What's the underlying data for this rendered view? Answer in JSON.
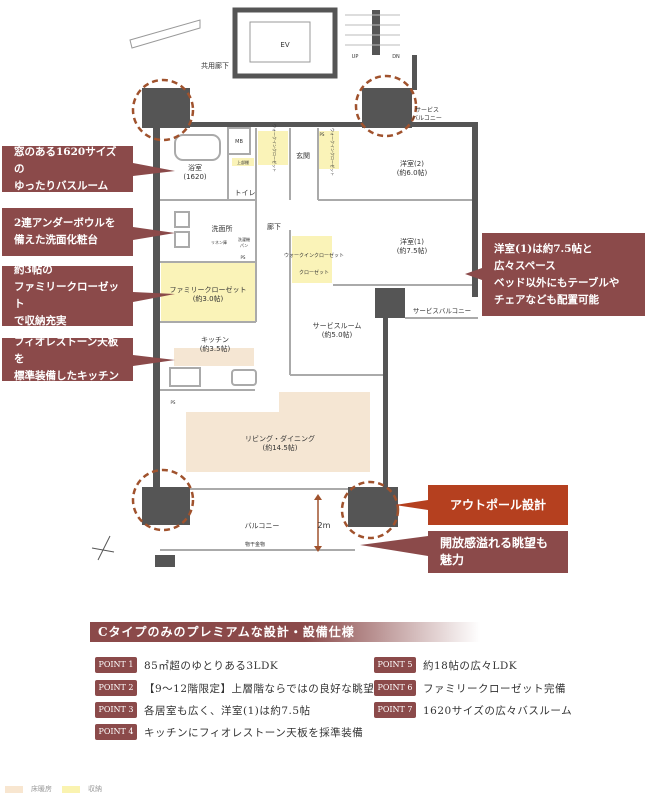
{
  "plan": {
    "rooms": {
      "ev": "EV",
      "stairs_up": "UP",
      "stairs_dn": "DN",
      "corridor_common": "共用廊下",
      "service_balcony_top_1": "サービス",
      "service_balcony_top_2": "バルコニー",
      "mb": "MB",
      "wic1": "ウォークインクローゼット",
      "genkan": "玄関",
      "ps": "PS",
      "wic2": "ウォークインクローゼット",
      "room2": "洋室(2)",
      "room2_size": "(約6.0帖)",
      "bath": "浴室",
      "bath_size": "(1620)",
      "shelf": "上部棚",
      "toilet": "トイレ",
      "washroom": "洗面所",
      "linen": "リネン庫",
      "wash_pan_1": "洗濯機",
      "wash_pan_2": "パン",
      "ps2": "PS",
      "hallway": "廊下",
      "room1": "洋室(1)",
      "room1_size": "(約7.5帖)",
      "wic3": "ウォークインクローゼット",
      "closet": "クローゼット",
      "family_closet": "ファミリークローゼット",
      "family_closet_size": "(約3.0帖)",
      "service_balcony": "サービスバルコニー",
      "service_room": "サービスルーム",
      "service_room_size": "(約5.0帖)",
      "kitchen": "キッチン",
      "kitchen_size": "(約3.5帖)",
      "ps3": "PS",
      "living": "リビング・ダイニング",
      "living_size": "(約14.5帖)",
      "balcony": "バルコニー",
      "dim": "2m",
      "drying": "物干金物"
    }
  },
  "callouts": {
    "bath": [
      "窓のある1620サイズの",
      "ゆったりバスルーム"
    ],
    "wash": [
      "2連アンダーボウルを",
      "備えた洗面化粧台"
    ],
    "closet": [
      "約3帖の",
      "ファミリークローゼット",
      "で収納充実"
    ],
    "kitchen": [
      "フィオレストーン天板を",
      "標準装備したキッチン"
    ],
    "room1": [
      "洋室(1)は約7.5帖と",
      "広々スペース",
      "ベッド以外にもテーブルや",
      "チェアなども配置可能"
    ],
    "outpole": "アウトポール設計",
    "view": "開放感溢れる眺望も魅力"
  },
  "features": {
    "title": "Cタイプのみのプレミアムな設計・設備仕様",
    "points": [
      {
        "badge": "POINT 1",
        "text": "85㎡超のゆとりある3LDK"
      },
      {
        "badge": "POINT 2",
        "text": "【9～12階限定】上層階ならではの良好な眺望"
      },
      {
        "badge": "POINT 3",
        "text": "各居室も広く、洋室(1)は約7.5帖"
      },
      {
        "badge": "POINT 4",
        "text": "キッチンにフィオレストーン天板を採準装備"
      },
      {
        "badge": "POINT 5",
        "text": "約18帖の広々LDK"
      },
      {
        "badge": "POINT 6",
        "text": "ファミリークローゼット完備"
      },
      {
        "badge": "POINT 7",
        "text": "1620サイズの広々バスルーム"
      }
    ]
  },
  "legend": [
    {
      "label": "床暖房",
      "color": "#f8e6d0"
    },
    {
      "label": "収納",
      "color": "#faf3b0"
    }
  ],
  "colors": {
    "accent": "#8b4a4a",
    "outpole": "#b5401f",
    "wall": "#555555",
    "floor_heat": "#f5e6d3",
    "storage": "#faf3b8"
  }
}
